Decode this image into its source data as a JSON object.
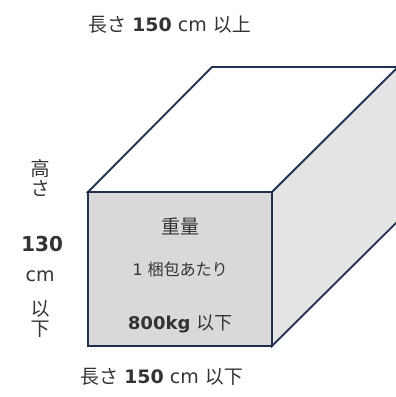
{
  "labels": {
    "top_prefix": "長さ",
    "top_value": "150",
    "top_unit": "cm",
    "top_suffix": "以上",
    "bottom_prefix": "長さ",
    "bottom_value": "150",
    "bottom_unit": "cm",
    "bottom_suffix": "以下",
    "height_line1a": "高",
    "height_line1b": "さ",
    "height_value": "130",
    "height_unit": "cm",
    "height_line2a": "以",
    "height_line2b": "下"
  },
  "face": {
    "title": "重量",
    "subtitle": "1 梱包あたり",
    "value": "800kg",
    "value_suffix": "以下"
  },
  "colors": {
    "front_face": "#d9d9d9",
    "top_face": "#ffffff",
    "side_face": "#e4e4e4",
    "edge": "#1f2f4f",
    "text": "#333333"
  }
}
